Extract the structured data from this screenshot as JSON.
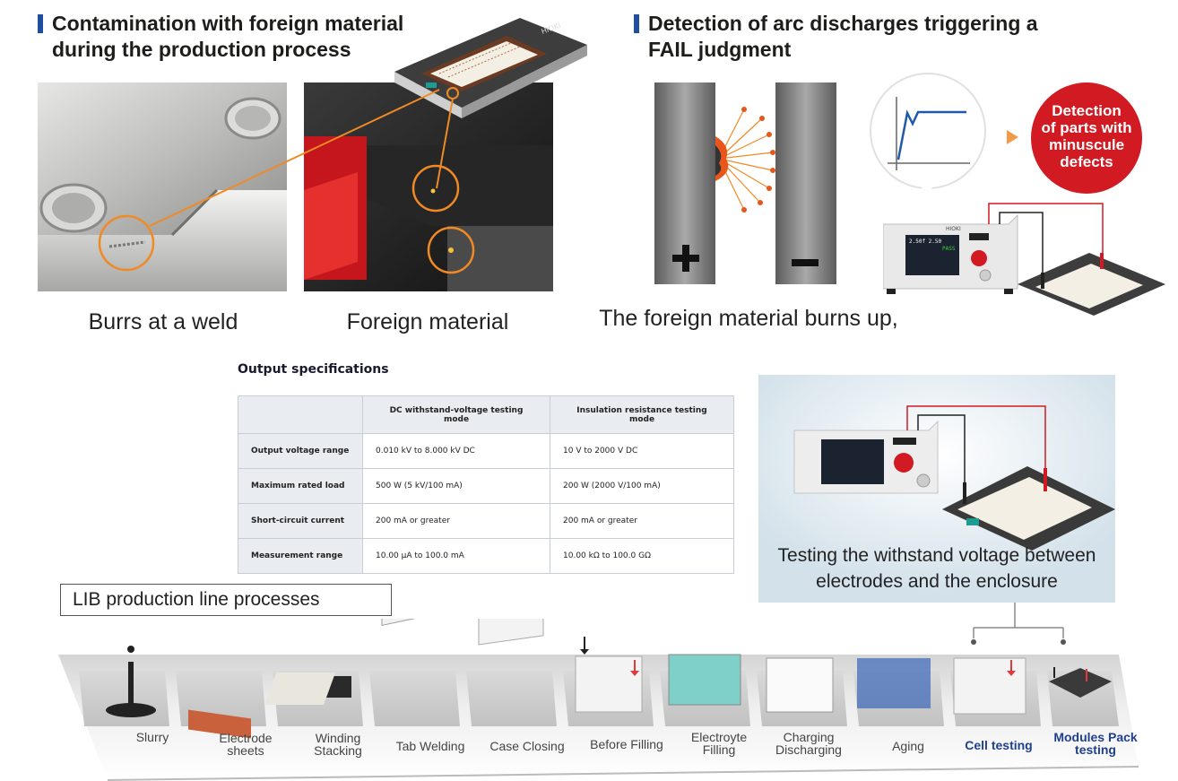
{
  "left_section": {
    "heading": "Contamination with foreign material during the production process",
    "heading_line1": "Contamination with foreign material",
    "heading_line2": "during the production process",
    "captions": [
      "Burrs at a weld",
      "Foreign material"
    ]
  },
  "right_section": {
    "heading_line1": "Detection of arc discharges triggering a",
    "heading_line2": "FAIL judgment",
    "badge_lines": [
      "Detection",
      "of parts with",
      "minuscule",
      "defects"
    ],
    "caption": "The foreign material burns up,",
    "device_brand": "HIOKI",
    "device_status": "PASS",
    "device_values": "2.50f  2.50"
  },
  "spec": {
    "title": "Output specifications",
    "columns": [
      "",
      "DC withstand-voltage testing mode",
      "Insulation resistance testing mode"
    ],
    "rows": [
      {
        "label": "Output voltage range",
        "dc": "0.010 kV to 8.000 kV DC",
        "ir": "10 V to 2000 V DC"
      },
      {
        "label": "Maximum rated load",
        "dc": "500 W (5 kV/100 mA)",
        "ir": "200 W (2000 V/100 mA)"
      },
      {
        "label": "Short-circuit current",
        "dc": "200 mA or greater",
        "ir": "200 mA or greater"
      },
      {
        "label": "Measurement range",
        "dc": "10.00 μA to 100.0 mA",
        "ir": "10.00 kΩ to 100.0 GΩ"
      }
    ]
  },
  "test_panel": {
    "caption_line1": "Testing the withstand voltage between",
    "caption_line2": "electrodes and the enclosure"
  },
  "production_line": {
    "label": "LIB production line processes",
    "steps": [
      {
        "line1": "Slurry",
        "line2": ""
      },
      {
        "line1": "Electrode",
        "line2": "sheets"
      },
      {
        "line1": "Winding",
        "line2": "Stacking"
      },
      {
        "line1": "Tab Welding",
        "line2": ""
      },
      {
        "line1": "Case Closing",
        "line2": ""
      },
      {
        "line1": "Before Filling",
        "line2": ""
      },
      {
        "line1": "Electroyte",
        "line2": "Filling"
      },
      {
        "line1": "Charging",
        "line2": "Discharging"
      },
      {
        "line1": "Aging",
        "line2": ""
      },
      {
        "line1": "Cell testing",
        "line2": ""
      },
      {
        "line1": "Modules Pack",
        "line2": "testing"
      }
    ]
  },
  "colors": {
    "accent_bar": "#1f4da0",
    "highlight_circle": "#f08a24",
    "badge_red": "#d21a22",
    "process_blue": "#1f3f8f"
  }
}
